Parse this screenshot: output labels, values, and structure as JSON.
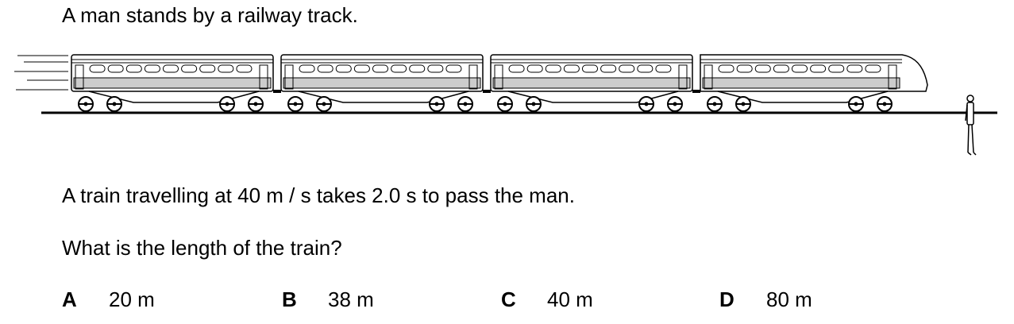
{
  "question": {
    "intro": "A man stands by a railway track.",
    "statement": "A train travelling at 40 m / s takes 2.0 s to pass the man.",
    "prompt": "What is the length of the train?"
  },
  "options": [
    {
      "letter": "A",
      "value": "20 m"
    },
    {
      "letter": "B",
      "value": "38 m"
    },
    {
      "letter": "C",
      "value": "40 m"
    },
    {
      "letter": "D",
      "value": "80 m"
    }
  ],
  "figure": {
    "carriage_count": 4,
    "icons": [
      "train-icon",
      "railway-track-icon",
      "man-icon",
      "motion-lines-icon"
    ],
    "colors": {
      "line": "#000000",
      "body_fill": "#ffffff",
      "stripe_fill": "#cccccc"
    }
  }
}
